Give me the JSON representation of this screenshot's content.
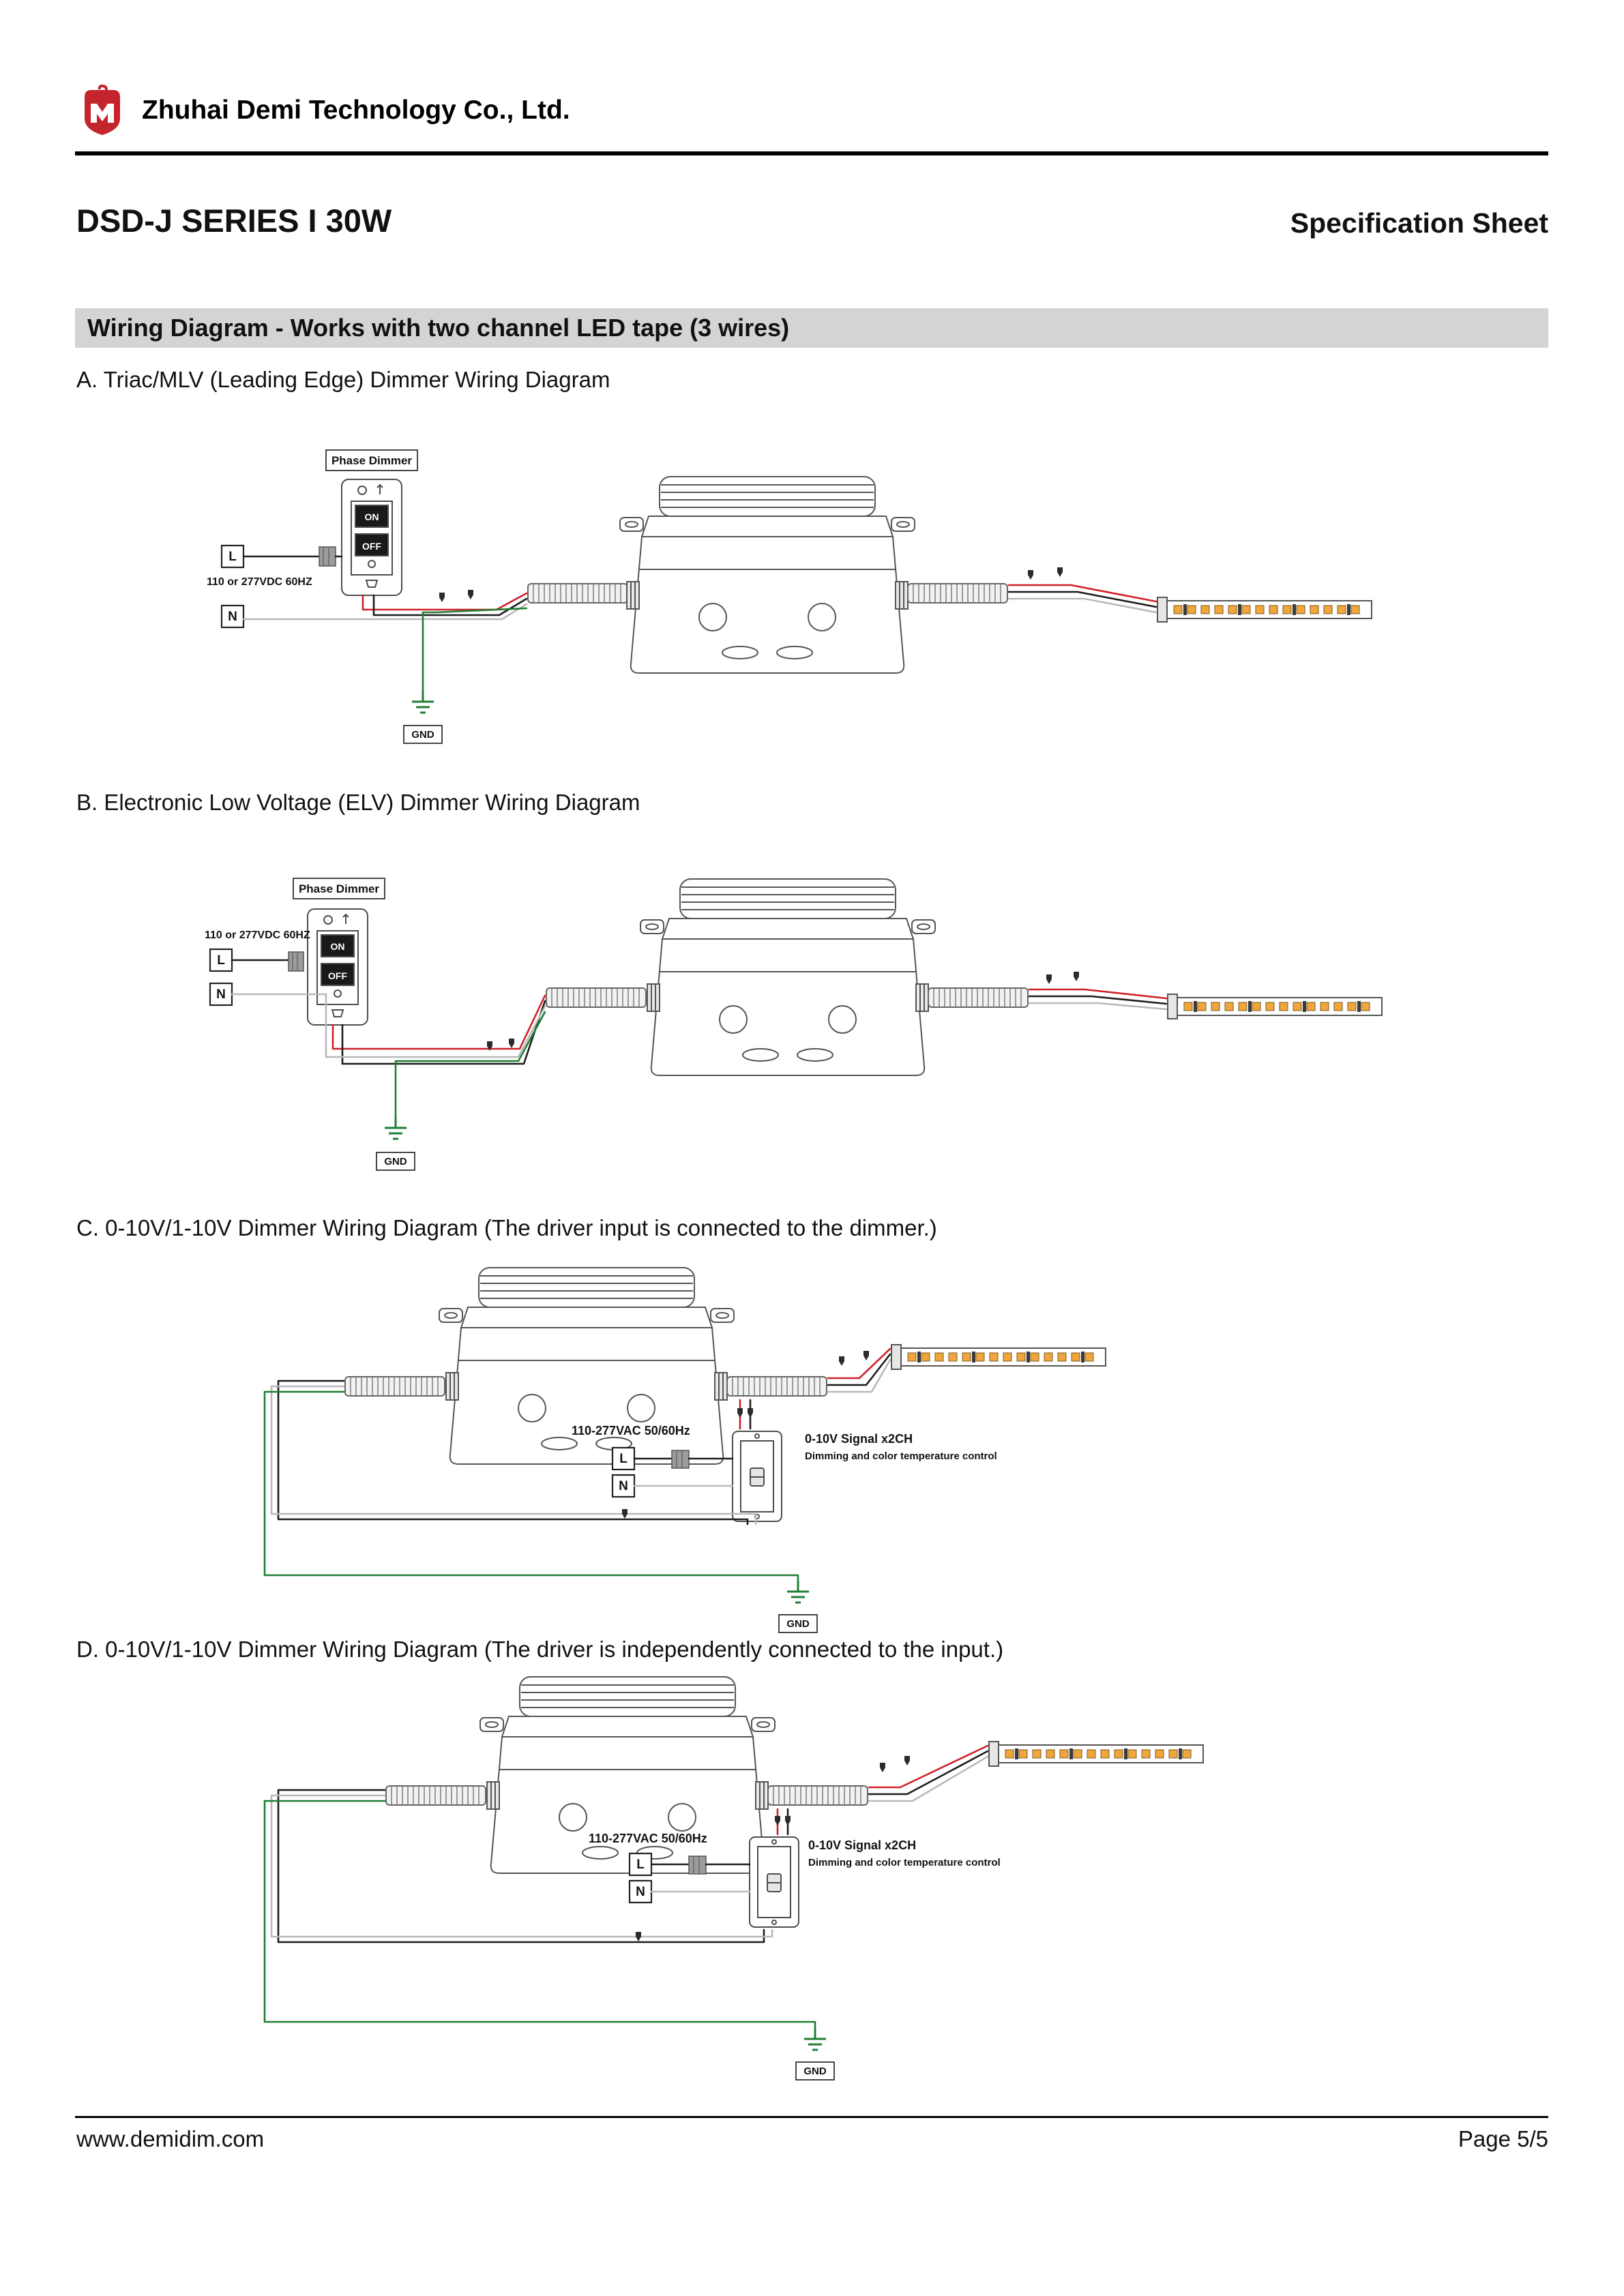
{
  "header": {
    "company": "Zhuhai Demi Technology Co., Ltd."
  },
  "title": {
    "product": "DSD-J SERIES I 30W",
    "doc_type": "Specification Sheet"
  },
  "section_bar": "Wiring Diagram - Works with two channel LED tape (3 wires)",
  "sections": {
    "a": "A. Triac/MLV (Leading Edge) Dimmer Wiring Diagram",
    "b": "B. Electronic Low Voltage (ELV) Dimmer Wiring Diagram",
    "c": "C. 0-10V/1-10V Dimmer Wiring Diagram (The driver input is connected to the dimmer.)",
    "d": "D. 0-10V/1-10V Dimmer Wiring Diagram (The driver is independently connected to the input.)"
  },
  "labels": {
    "phase_dimmer": "Phase Dimmer",
    "on": "ON",
    "off": "OFF",
    "line": "L",
    "neutral": "N",
    "gnd": "GND",
    "ac_ab": "110 or 277VDC 60HZ",
    "ac_cd": "110-277VAC 50/60Hz",
    "signal": "0-10V Signal x2CH",
    "signal_desc": "Dimming and color temperature control"
  },
  "colors": {
    "accent_red": "#c4242b",
    "section_bar_bg": "#d4d4d4",
    "wire_black": "#1c1c1c",
    "wire_red": "#cf2128",
    "wire_green": "#1e7e34",
    "wire_white": "#b9b9b9",
    "led_amber": "#f0a63c"
  },
  "footer": {
    "website": "www.demidim.com",
    "page": "Page 5/5"
  }
}
